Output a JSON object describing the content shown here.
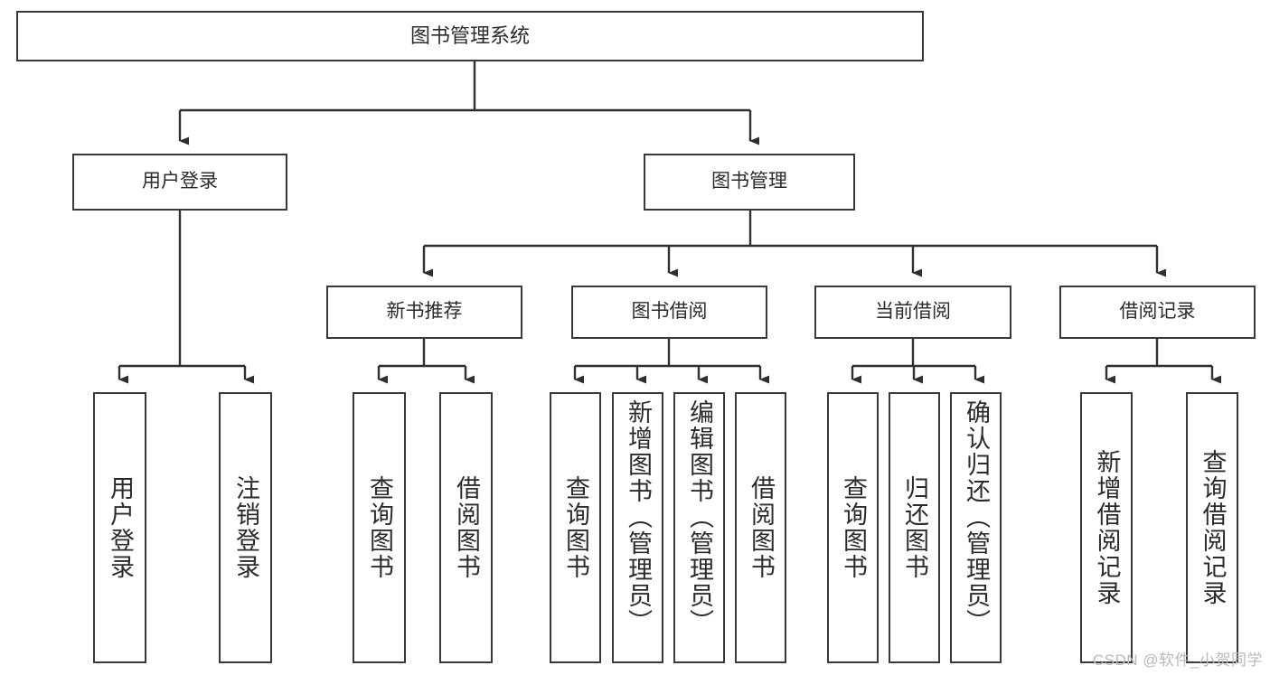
{
  "diagram": {
    "type": "tree",
    "title": "图书管理系统",
    "watermark": "CSDN @软件_小贺同学",
    "colors": {
      "background": "#ffffff",
      "box_border": "#3a3a3a",
      "connector": "#2f2f2f",
      "text": "#2b2b2b",
      "watermark": "#b9b9b9"
    },
    "nodes": {
      "root": {
        "label": "图书管理系统"
      },
      "level2": [
        {
          "label": "用户登录"
        },
        {
          "label": "图书管理"
        }
      ],
      "level3": [
        {
          "label": "新书推荐"
        },
        {
          "label": "图书借阅"
        },
        {
          "label": "当前借阅"
        },
        {
          "label": "借阅记录"
        }
      ],
      "leaves": {
        "user_login": [
          {
            "label": "用户登录"
          },
          {
            "label": "注销登录"
          }
        ],
        "new_book_recommend": [
          {
            "label": "查询图书"
          },
          {
            "label": "借阅图书"
          }
        ],
        "book_borrow": [
          {
            "label": "查询图书"
          },
          {
            "label": "新增图书（管理员）"
          },
          {
            "label": "编辑图书（管理员）"
          },
          {
            "label": "借阅图书"
          }
        ],
        "current_borrow": [
          {
            "label": "查询图书"
          },
          {
            "label": "归还图书"
          },
          {
            "label": "确认归还（管理员）"
          }
        ],
        "borrow_record": [
          {
            "label": "新增借阅记录"
          },
          {
            "label": "查询借阅记录"
          }
        ]
      }
    }
  }
}
